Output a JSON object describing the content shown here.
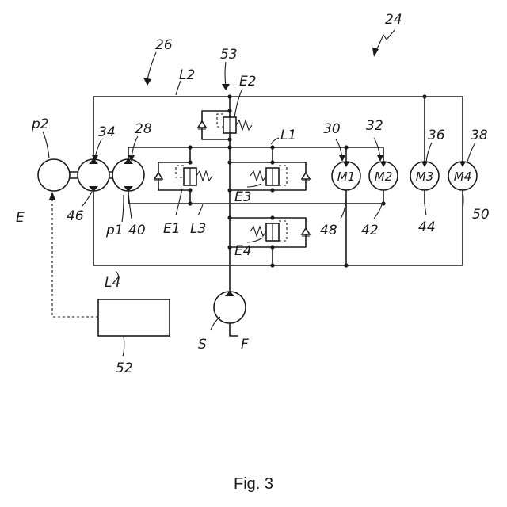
{
  "figure": {
    "caption": "Fig. 3",
    "labels": {
      "ref_24": "24",
      "ref_26": "26",
      "ref_53": "53",
      "L2": "L2",
      "E2": "E2",
      "L1": "L1",
      "ref_28": "28",
      "ref_30": "30",
      "ref_32": "32",
      "ref_34": "34",
      "ref_36": "36",
      "ref_38": "38",
      "p2": "p2",
      "E": "E",
      "ref_46": "46",
      "p1": "p1",
      "ref_40": "40",
      "E1": "E1",
      "L3": "L3",
      "E3": "E3",
      "E4": "E4",
      "ref_48": "48",
      "ref_42": "42",
      "ref_44": "44",
      "ref_50": "50",
      "L4": "L4",
      "ref_52": "52",
      "S": "S",
      "F": "F"
    },
    "motors": {
      "m1": "M1",
      "m2": "M2",
      "m3": "M3",
      "m4": "M4"
    }
  }
}
